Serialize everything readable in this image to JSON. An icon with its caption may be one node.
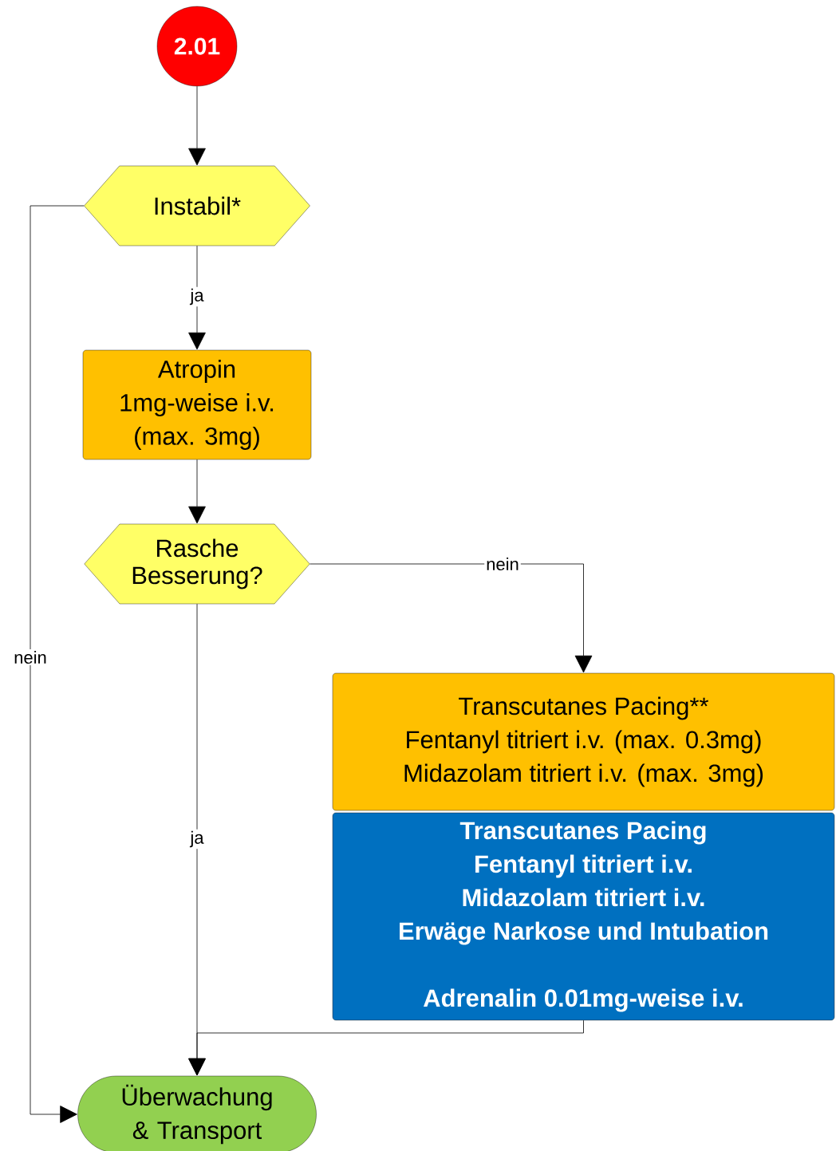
{
  "diagram": {
    "nodes": [
      {
        "text": [
          "2.01"
        ]
      },
      {
        "text": [
          "Instabil*"
        ]
      },
      {
        "text": [
          "Atropin",
          "1mg-weise i.v.",
          "(max. 3mg)"
        ]
      },
      {
        "text": [
          "Rasche Besserung?"
        ]
      },
      {
        "text": [
          "Transcutanes Pacing**",
          "Fentanyl titriert i.v. (max. 0.3mg)",
          "Midazolam titriert i.v. (max. 3mg)"
        ]
      },
      {
        "text": [
          "Transcutanes Pacing",
          "Fentanyl titriert i.v.",
          "Midazolam titriert i.v.",
          "Erwäge Narkose und Intubation",
          "Adrenalin 0.01mg-weise i.v."
        ]
      },
      {
        "text": [
          "Überwachung & Transport"
        ]
      }
    ],
    "edges": [
      {
        "from": 0,
        "to": 1,
        "arrow": "to"
      },
      {
        "from": 1,
        "to": 2,
        "arrow": "to",
        "label": "ja"
      },
      {
        "from": 1,
        "to": 6,
        "arrow": "to",
        "label": "nein"
      },
      {
        "from": 2,
        "to": 3,
        "arrow": "to"
      },
      {
        "from": 3,
        "to": 4,
        "arrow": "to",
        "label": "nein"
      },
      {
        "from": 3,
        "to": 6,
        "arrow": "to",
        "label": "ja"
      },
      {
        "from": 5,
        "to": 6,
        "arrow": "to"
      }
    ]
  }
}
